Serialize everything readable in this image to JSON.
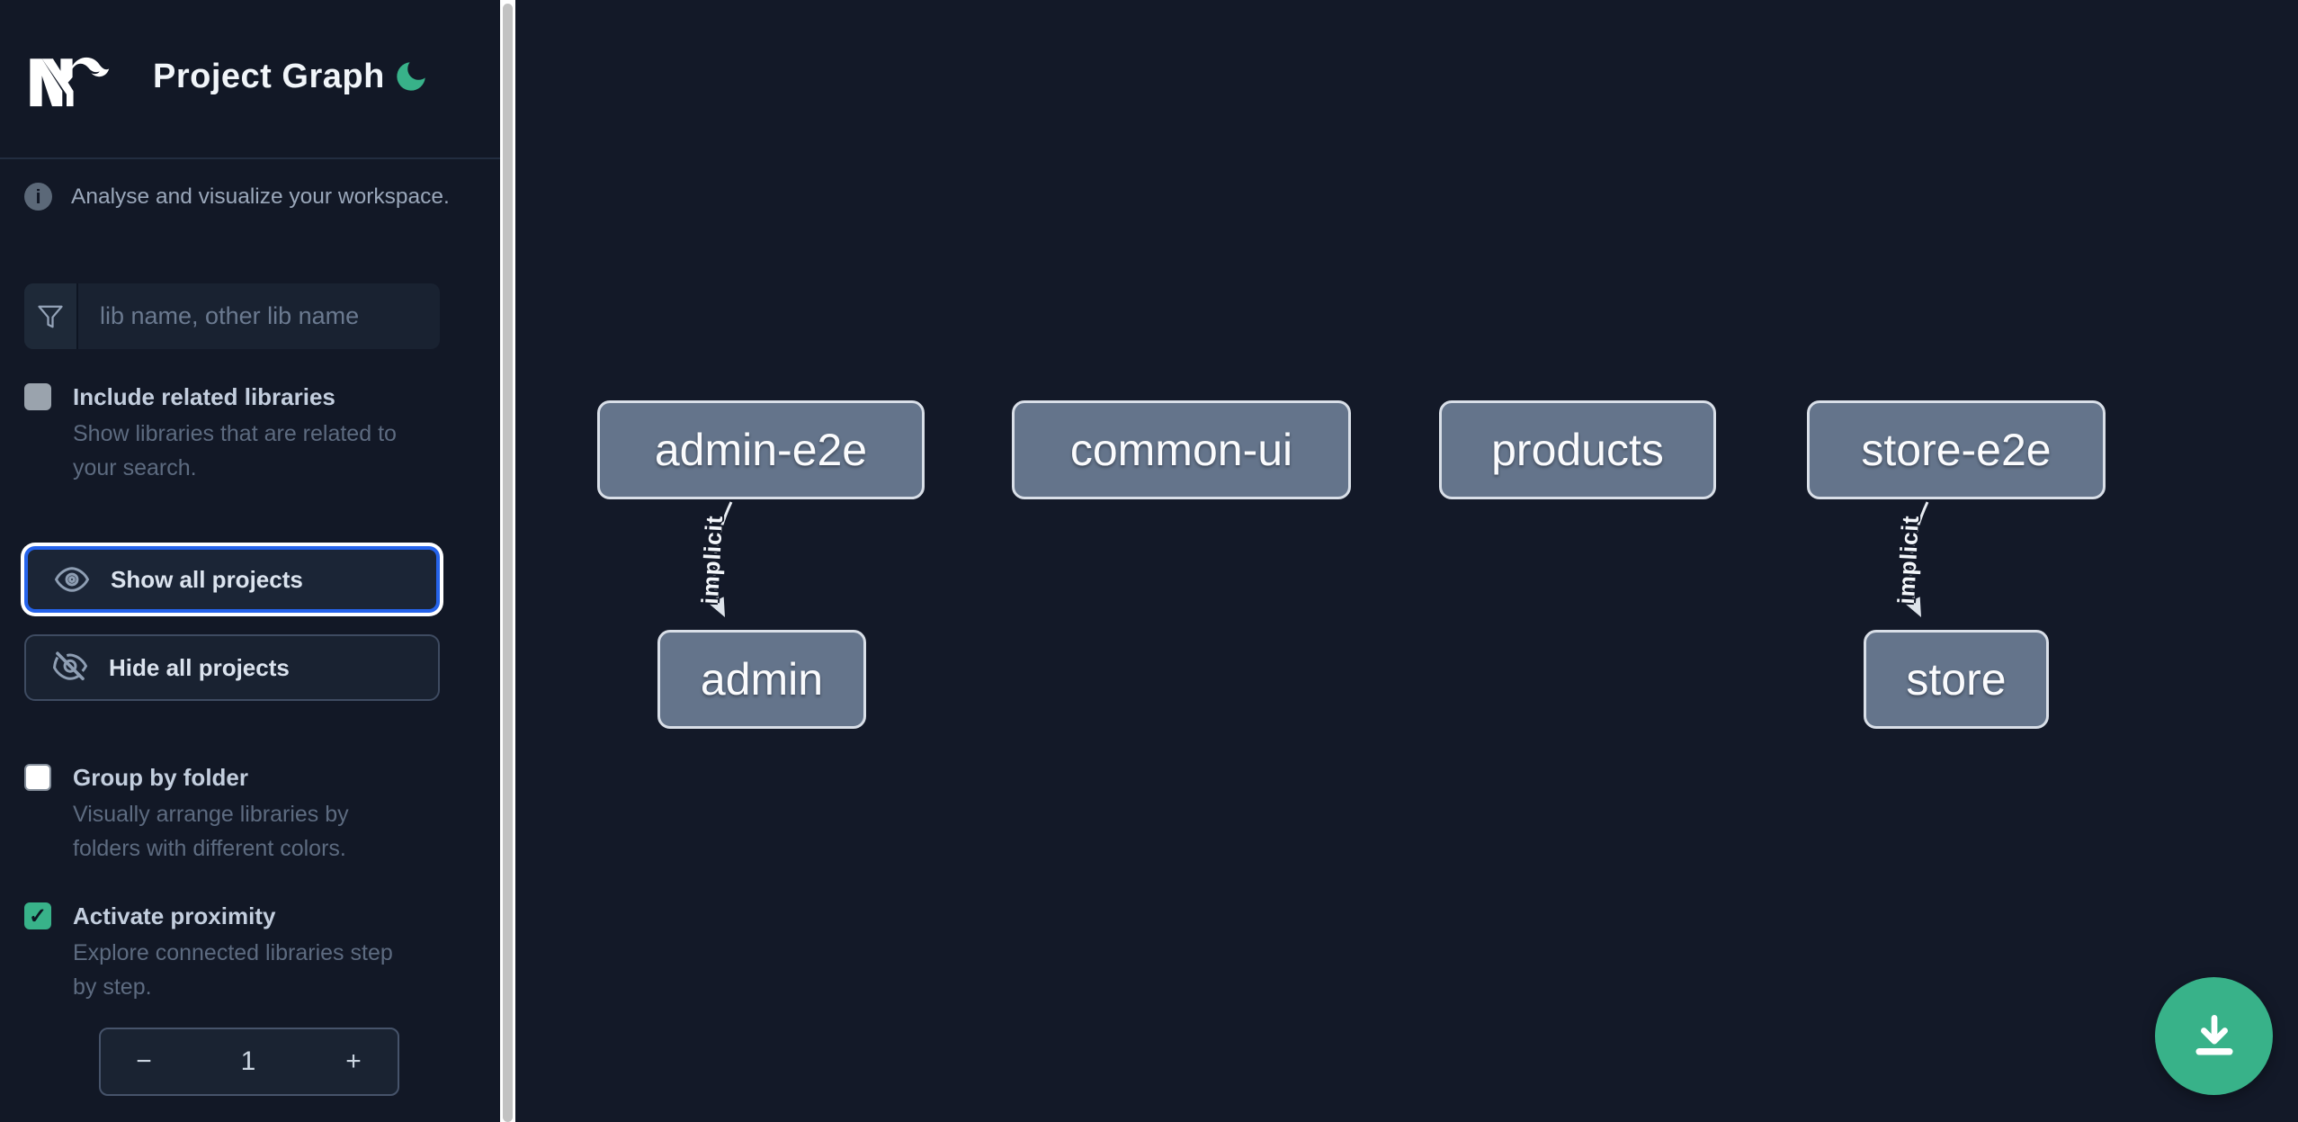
{
  "header": {
    "title": "Project Graph"
  },
  "sidebar": {
    "tagline": "Analyse and visualize your workspace.",
    "search_placeholder": "lib name, other lib name",
    "include_related": {
      "label": "Include related libraries",
      "description": "Show libraries that are related to\nyour search.",
      "checked": false
    },
    "show_all_label": "Show all projects",
    "hide_all_label": "Hide all projects",
    "group_by_folder": {
      "label": "Group by folder",
      "description": "Visually arrange libraries by\nfolders with different colors.",
      "checked": false
    },
    "proximity": {
      "label": "Activate proximity",
      "description": "Explore connected libraries step\nby step.",
      "checked": true
    },
    "proximity_stepper": {
      "decrement": "−",
      "value": "1",
      "increment": "+"
    }
  },
  "graph": {
    "nodes": [
      {
        "id": "admin-e2e",
        "label": "admin-e2e"
      },
      {
        "id": "common-ui",
        "label": "common-ui"
      },
      {
        "id": "products",
        "label": "products"
      },
      {
        "id": "store-e2e",
        "label": "store-e2e"
      },
      {
        "id": "admin",
        "label": "admin"
      },
      {
        "id": "store",
        "label": "store"
      }
    ],
    "edges": [
      {
        "source": "admin-e2e",
        "target": "admin",
        "label": "implicit"
      },
      {
        "source": "store-e2e",
        "target": "store",
        "label": "implicit"
      }
    ]
  },
  "colors": {
    "accent_green": "#38b289",
    "focus_blue": "#2563eb",
    "node_fill": "#64748b",
    "sidebar_bg": "#121826"
  },
  "fab": {
    "icon": "download"
  }
}
